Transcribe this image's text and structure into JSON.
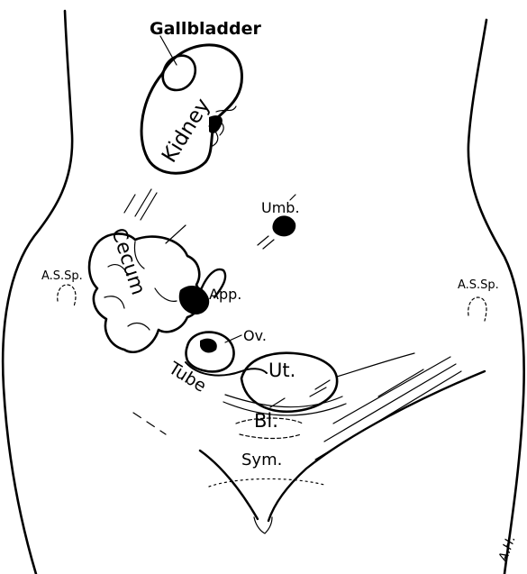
{
  "labels": {
    "gallbladder": "Gallbladder",
    "kidney": "Kidney",
    "umbilicus": "Umb.",
    "asis_left": "A.S.Sp.",
    "asis_right": "A.S.Sp.",
    "cecum": "Cecum",
    "appendix": "App.",
    "ovary": "Ov.",
    "tube": "Tube",
    "uterus": "Ut.",
    "bladder": "Bl.",
    "symphysis": "Sym.",
    "artist_initials": "A.H."
  }
}
